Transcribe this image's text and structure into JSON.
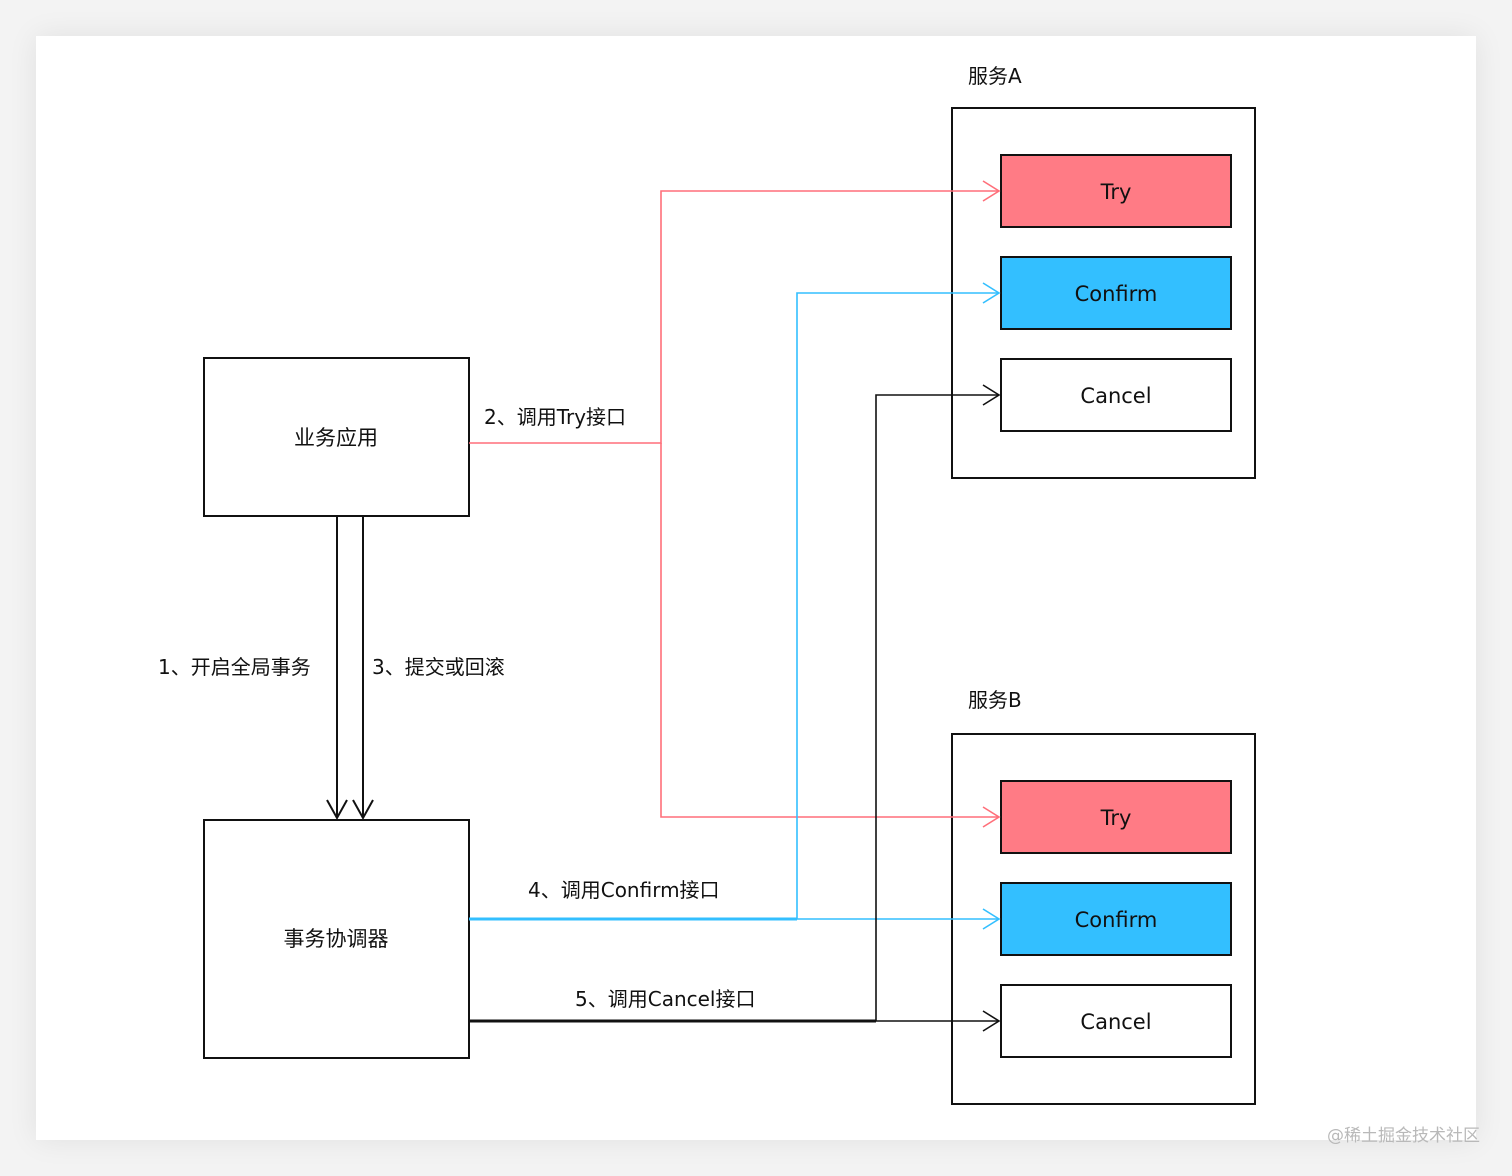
{
  "diagram": {
    "nodes": {
      "business_app": "业务应用",
      "coordinator": "事务协调器",
      "service_a": {
        "title": "服务A",
        "try": "Try",
        "confirm": "Confirm",
        "cancel": "Cancel"
      },
      "service_b": {
        "title": "服务B",
        "try": "Try",
        "confirm": "Confirm",
        "cancel": "Cancel"
      }
    },
    "edges": {
      "step1": "1、开启全局事务",
      "step2": "2、调用Try接口",
      "step3": "3、提交或回滚",
      "step4": "4、调用Confirm接口",
      "step5": "5、调用Cancel接口"
    },
    "colors": {
      "try": "#ff7b85",
      "confirm": "#33bfff",
      "cancel": "#ffffff",
      "try_line": "#ff6f7a",
      "confirm_line": "#33bfff",
      "cancel_line": "#111111"
    }
  },
  "watermark": "@稀土掘金技术社区"
}
